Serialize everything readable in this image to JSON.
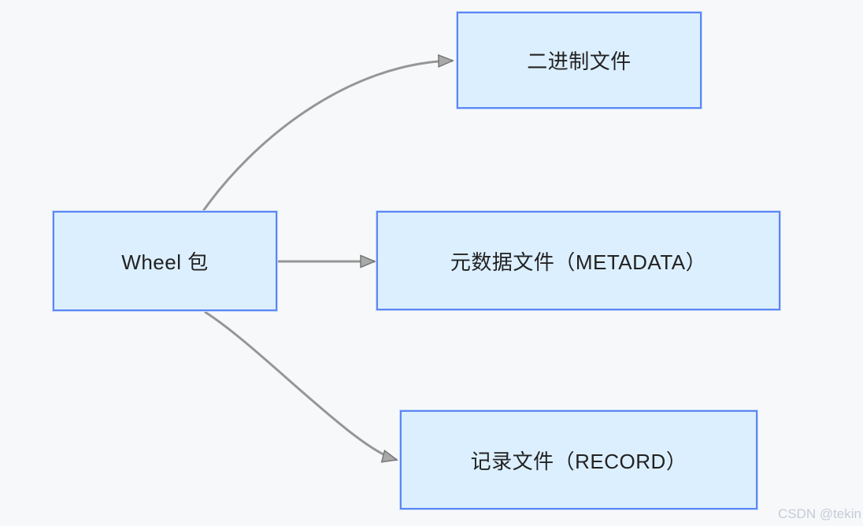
{
  "diagram": {
    "nodes": [
      {
        "id": "wheel",
        "label": "Wheel 包"
      },
      {
        "id": "binary",
        "label": "二进制文件"
      },
      {
        "id": "metadata",
        "label": "元数据文件（METADATA）"
      },
      {
        "id": "record",
        "label": "记录文件（RECORD）"
      }
    ],
    "edges": [
      {
        "from": "wheel",
        "to": "binary"
      },
      {
        "from": "wheel",
        "to": "metadata"
      },
      {
        "from": "wheel",
        "to": "record"
      }
    ]
  },
  "watermark": {
    "text": "CSDN @tekin"
  },
  "colors": {
    "background": "#f7f8fa",
    "node_fill": "#dcefff",
    "node_border": "#5b86f5",
    "node_border_halo": "#c3d8fb",
    "arrow": "#969696",
    "arrowhead_fill": "#a9a9a9",
    "arrowhead_stroke": "#777777",
    "text": "#222222",
    "watermark": "#c6cbd6"
  }
}
